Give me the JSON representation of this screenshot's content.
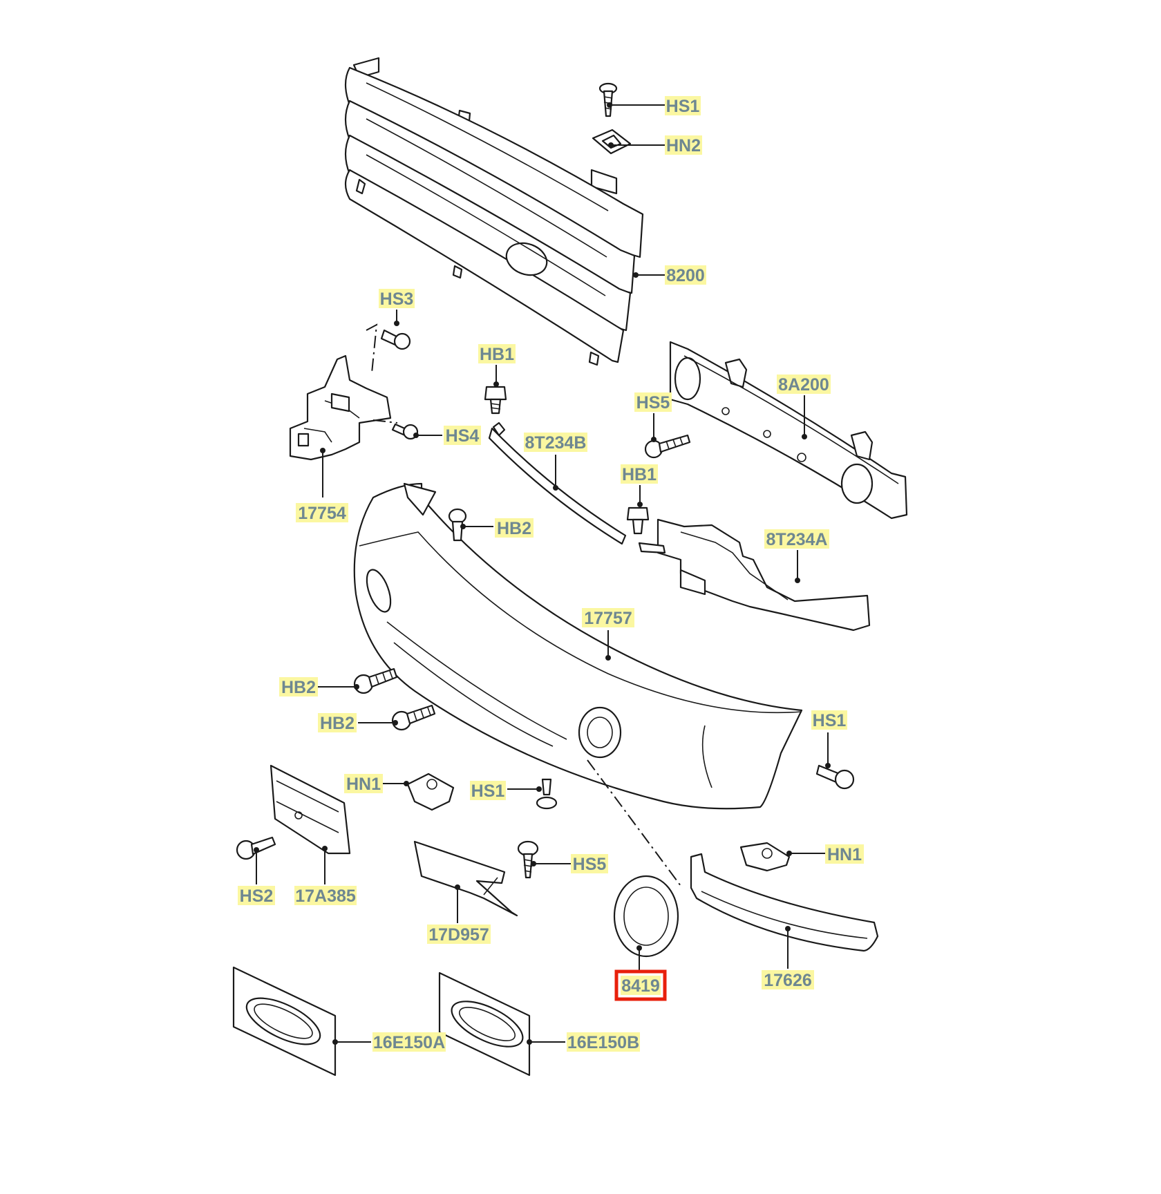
{
  "callouts": [
    {
      "id": "hs1-top",
      "text": "HS1"
    },
    {
      "id": "hn2",
      "text": "HN2"
    },
    {
      "id": "8200",
      "text": "8200"
    },
    {
      "id": "hs3",
      "text": "HS3"
    },
    {
      "id": "hb1-left",
      "text": "HB1"
    },
    {
      "id": "8a200",
      "text": "8A200"
    },
    {
      "id": "hs5-top",
      "text": "HS5"
    },
    {
      "id": "hs4",
      "text": "HS4"
    },
    {
      "id": "8t234b",
      "text": "8T234B"
    },
    {
      "id": "hb1-right",
      "text": "HB1"
    },
    {
      "id": "17754",
      "text": "17754"
    },
    {
      "id": "hb2-top",
      "text": "HB2"
    },
    {
      "id": "8t234a",
      "text": "8T234A"
    },
    {
      "id": "17757",
      "text": "17757"
    },
    {
      "id": "hb2-mid",
      "text": "HB2"
    },
    {
      "id": "hb2-low",
      "text": "HB2"
    },
    {
      "id": "hs1-right",
      "text": "HS1"
    },
    {
      "id": "hn1-left",
      "text": "HN1"
    },
    {
      "id": "hs1-bottom",
      "text": "HS1"
    },
    {
      "id": "hn1-right",
      "text": "HN1"
    },
    {
      "id": "hs5-bottom",
      "text": "HS5"
    },
    {
      "id": "hs2",
      "text": "HS2"
    },
    {
      "id": "17a385",
      "text": "17A385"
    },
    {
      "id": "17d957",
      "text": "17D957"
    },
    {
      "id": "8419",
      "text": "8419",
      "highlighted": true
    },
    {
      "id": "17626",
      "text": "17626"
    },
    {
      "id": "16e150a",
      "text": "16E150A"
    },
    {
      "id": "16e150b",
      "text": "16E150B"
    }
  ],
  "colors": {
    "label_background": "#fbf7a1",
    "label_text": "#6e8791",
    "highlight": "#e8200c",
    "line": "#1a1a1a"
  }
}
